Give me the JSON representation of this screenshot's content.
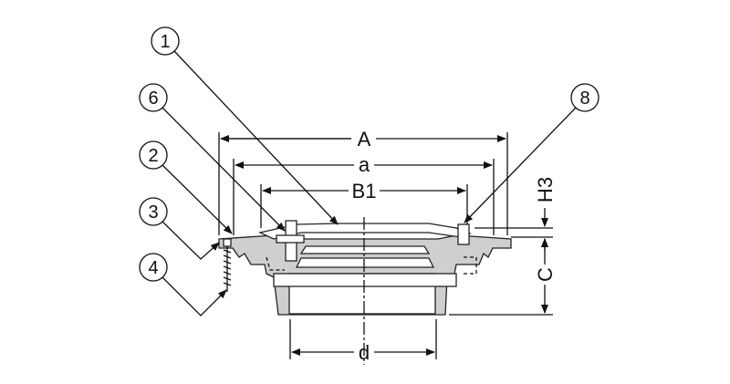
{
  "callouts": [
    {
      "id": "1",
      "label": "1"
    },
    {
      "id": "6",
      "label": "6"
    },
    {
      "id": "2",
      "label": "2"
    },
    {
      "id": "3",
      "label": "3"
    },
    {
      "id": "4",
      "label": "4"
    },
    {
      "id": "8",
      "label": "8"
    }
  ],
  "dimensions": {
    "A": "A",
    "a": "a",
    "B1": "B1",
    "d": "d",
    "C": "C",
    "H3": "H3"
  },
  "colors": {
    "fill": "#cfcfcf",
    "line": "#111111"
  }
}
